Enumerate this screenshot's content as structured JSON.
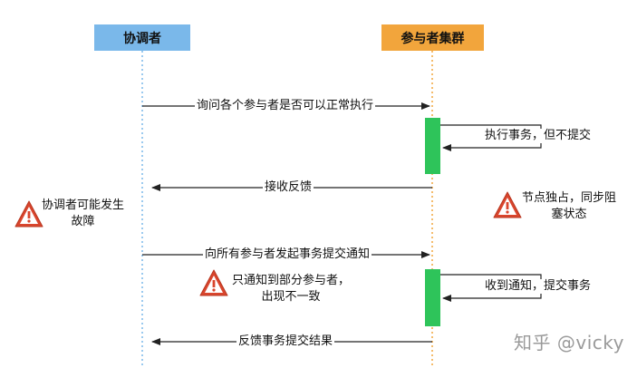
{
  "participants": {
    "coordinator": "协调者",
    "cluster": "参与者集群"
  },
  "messages": {
    "ask": "询问各个参与者是否可以正常执行",
    "execute_no_commit": "执行事务，但不提交",
    "feedback": "接收反馈",
    "notify_commit": "向所有参与者发起事务提交通知",
    "receive_commit": "收到通知，提交事务",
    "feedback_result": "反馈事务提交结果"
  },
  "notes": {
    "coordinator_failure_line1": "协调者可能发生",
    "coordinator_failure_line2": "故障",
    "blocking_line1": "节点独占，同步阻",
    "blocking_line2": "塞状态",
    "partial_notify_line1": "只通知到部分参与者，",
    "partial_notify_line2": "出现不一致"
  },
  "icons": {
    "warning": "warning-icon"
  },
  "watermark": "知乎 @vicky",
  "colors": {
    "coordinator": "#7ab8ea",
    "cluster": "#f2a53c",
    "activation": "#2ec45a",
    "warning": "#d9452d"
  }
}
